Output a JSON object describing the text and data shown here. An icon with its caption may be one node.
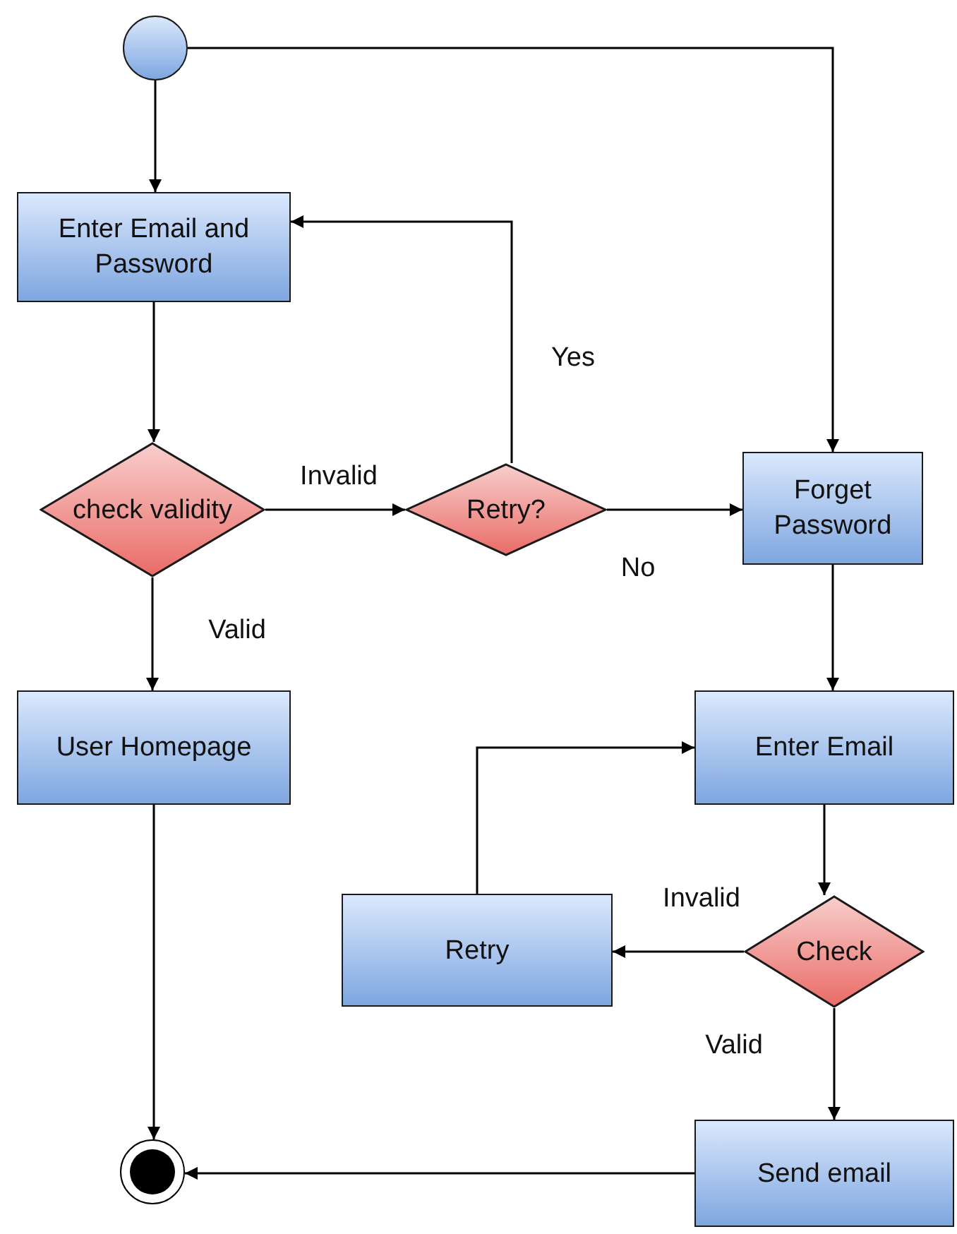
{
  "diagram": {
    "nodes": [
      {
        "text": [],
        "shape": "circle"
      },
      {
        "text": [
          "Enter Email and Password"
        ]
      },
      {
        "text": [
          "check validity"
        ]
      },
      {
        "text": [
          "Retry?"
        ]
      },
      {
        "text": [
          "Forget Password"
        ]
      },
      {
        "text": [
          "User Homepage"
        ]
      },
      {
        "text": [
          "Enter Email"
        ]
      },
      {
        "text": [
          "Check"
        ]
      },
      {
        "text": [
          "Retry"
        ]
      },
      {
        "text": [
          "Send email"
        ]
      },
      {
        "text": [],
        "shape": "circle"
      }
    ],
    "edges": [
      {
        "from": 0,
        "to": 1,
        "arrow": "to"
      },
      {
        "from": 0,
        "to": 4,
        "arrow": "to"
      },
      {
        "from": 1,
        "to": 2,
        "arrow": "to"
      },
      {
        "from": 2,
        "to": 3,
        "arrow": "to",
        "label": "Invalid"
      },
      {
        "from": 2,
        "to": 5,
        "arrow": "to",
        "label": "Valid"
      },
      {
        "from": 3,
        "to": 1,
        "arrow": "to",
        "label": "Yes"
      },
      {
        "from": 3,
        "to": 4,
        "arrow": "to",
        "label": "No"
      },
      {
        "from": 4,
        "to": 6,
        "arrow": "to"
      },
      {
        "from": 6,
        "to": 7,
        "arrow": "to"
      },
      {
        "from": 7,
        "to": 8,
        "arrow": "to",
        "label": "Invalid"
      },
      {
        "from": 7,
        "to": 9,
        "arrow": "to",
        "label": "Valid"
      },
      {
        "from": 8,
        "to": 6,
        "arrow": "to"
      },
      {
        "from": 5,
        "to": 10,
        "arrow": "to"
      },
      {
        "from": 9,
        "to": 10,
        "arrow": "to"
      }
    ]
  }
}
